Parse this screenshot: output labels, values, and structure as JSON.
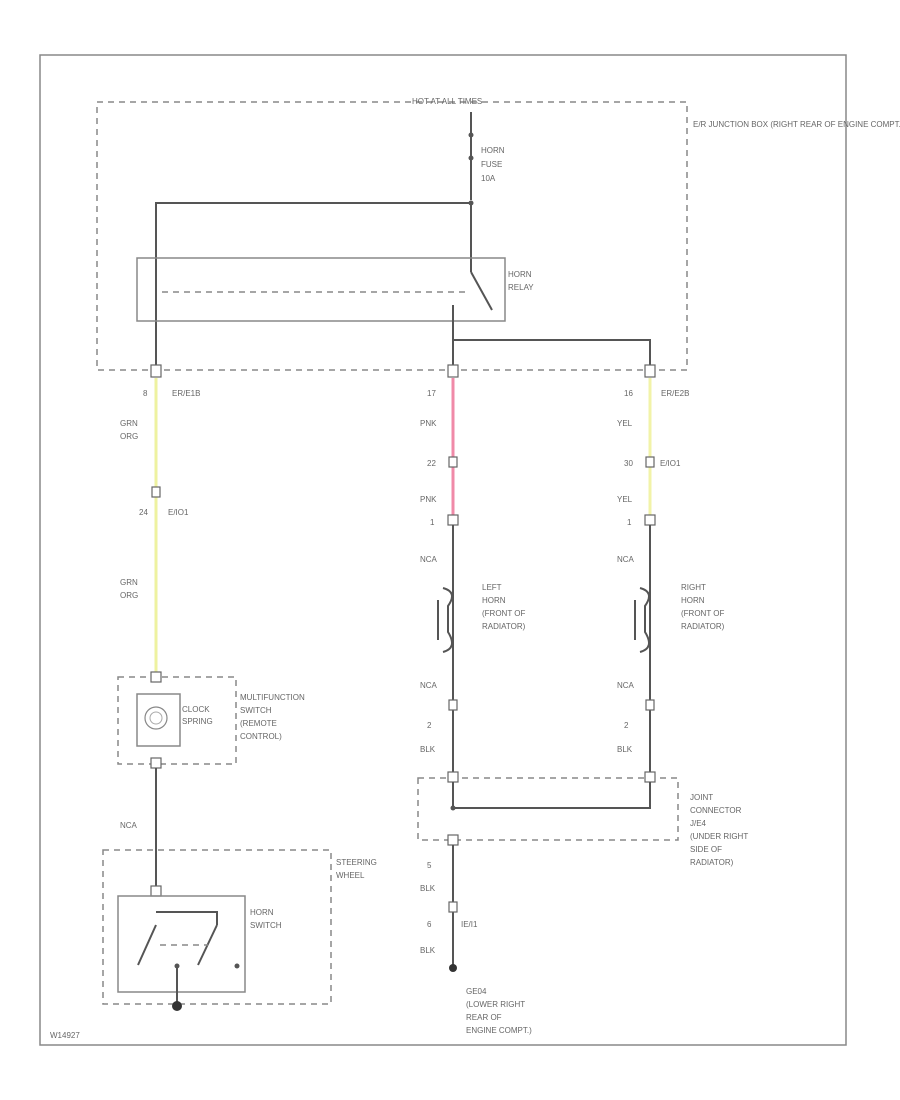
{
  "colors": {
    "green_orange_wire": "#eef2a0",
    "pink_wire": "#f08aa8",
    "yellow_wire": "#f2f3a8"
  },
  "title_top": "HOT AT ALL TIMES",
  "junction_box": "E/R JUNCTION BOX (RIGHT REAR OF ENGINE COMPT.)",
  "horn_fuse": {
    "l1": "HORN",
    "l2": "FUSE",
    "l3": "10A"
  },
  "horn_relay": {
    "l1": "HORN",
    "l2": "RELAY"
  },
  "conn_left": {
    "pin": "8",
    "id": "ER/E1B"
  },
  "conn_mid": {
    "pin": "17"
  },
  "conn_right": {
    "pin": "16",
    "id": "ER/E2B"
  },
  "wire_gr_top": {
    "l1": "GRN",
    "l2": "ORG"
  },
  "wire_gr_bot": {
    "l1": "GRN",
    "l2": "ORG"
  },
  "inline_left": {
    "pin": "24",
    "id": "E/IO1"
  },
  "wire_pnk_top": "PNK",
  "wire_pnk_bot": "PNK",
  "inline_mid": {
    "pin": "22"
  },
  "inline_right": {
    "pin": "30",
    "id": "E/IO1"
  },
  "wire_yel_top": "YEL",
  "wire_yel_bot": "YEL",
  "pin_c_mid": "1",
  "pin_c_right": "1",
  "nca_mid1": "NCA",
  "nca_right1": "NCA",
  "left_horn": {
    "l1": "LEFT",
    "l2": "HORN",
    "l3": "(FRONT OF",
    "l4": "RADIATOR)"
  },
  "right_horn": {
    "l1": "RIGHT",
    "l2": "HORN",
    "l3": "(FRONT OF",
    "l4": "RADIATOR)"
  },
  "nca_mid2": "NCA",
  "nca_right2": "NCA",
  "pin2_mid": "2",
  "pin2_right": "2",
  "blk_mid": "BLK",
  "blk_right": "BLK",
  "clock_spring": {
    "l1": "CLOCK",
    "l2": "SPRING"
  },
  "multifunction": {
    "l1": "MULTIFUNCTION",
    "l2": "SWITCH",
    "l3": "(REMOTE",
    "l4": "CONTROL)"
  },
  "nca_left": "NCA",
  "joint_conn": {
    "l1": "JOINT",
    "l2": "CONNECTOR",
    "l3": "J/E4",
    "l4": "(UNDER RIGHT",
    "l5": "SIDE OF",
    "l6": "RADIATOR)"
  },
  "steering": {
    "l1": "STEERING",
    "l2": "WHEEL"
  },
  "horn_switch": {
    "l1": "HORN",
    "l2": "SWITCH"
  },
  "pin5": "5",
  "blk_low1": "BLK",
  "inline_low": {
    "pin": "6",
    "id": "IE/I1"
  },
  "blk_low2": "BLK",
  "ground": {
    "l1": "GE04",
    "l2": "(LOWER RIGHT",
    "l3": "REAR OF",
    "l4": "ENGINE COMPT.)"
  },
  "footer_code": "W14927"
}
